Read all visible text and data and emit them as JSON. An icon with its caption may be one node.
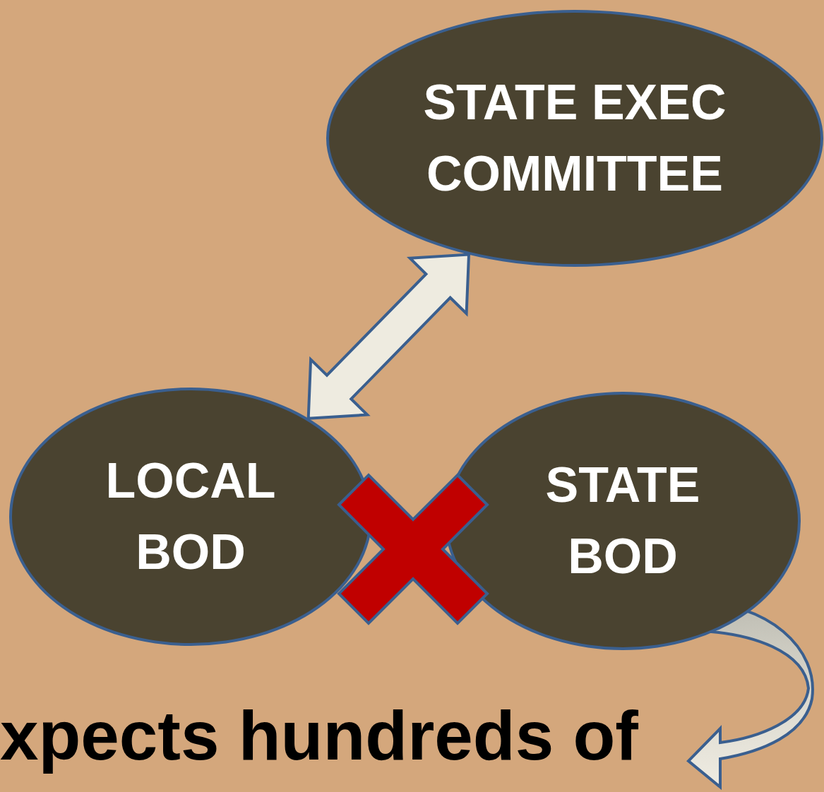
{
  "diagram": {
    "nodes": [
      {
        "text": [
          "STATE EXEC COMMITTEE"
        ]
      },
      {
        "text": [
          "LOCAL BOD"
        ]
      },
      {
        "text": [
          "STATE BOD"
        ]
      },
      {
        "text": [],
        "shape": "cross"
      }
    ],
    "edges": [
      {
        "from": 1,
        "to": 0,
        "arrow": "both"
      },
      {
        "from": 2,
        "to": null,
        "arrow": "to"
      }
    ],
    "labels": [
      "xpects hundreds of"
    ]
  }
}
